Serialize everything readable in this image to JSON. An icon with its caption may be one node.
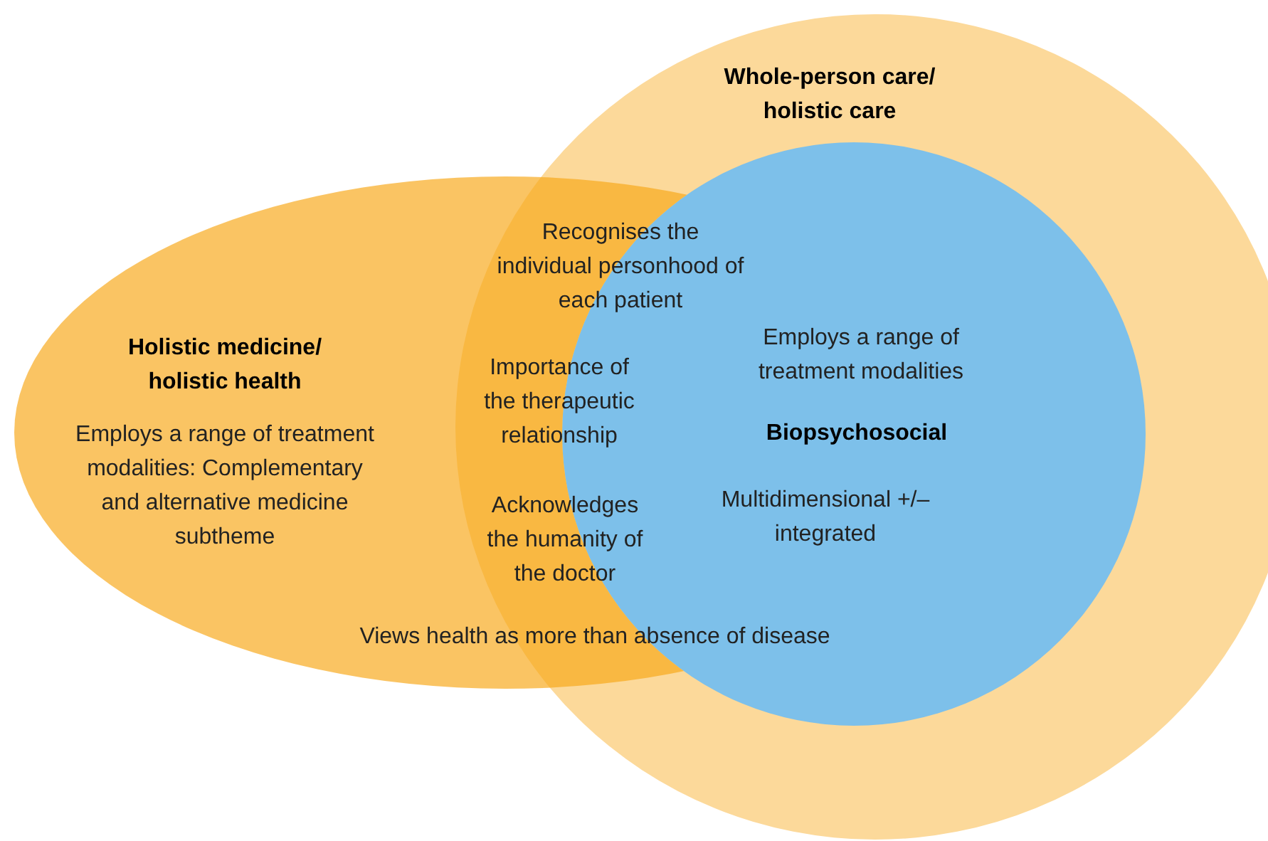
{
  "diagram": {
    "nodes": [
      {
        "text": [
          "Whole-person care/ holistic care"
        ]
      },
      {
        "text": [
          "Holistic medicine/ holistic health",
          "Employs a range of treatment modalities: Complementary and alternative medicine subtheme"
        ]
      },
      {
        "text": [
          "Employs a range of treatment modalities",
          "Biopsychosocial",
          "Multidimensional +/– integrated"
        ],
        "in": 0
      }
    ],
    "labels": [
      "Recognises the individual personhood of each patient",
      "Importance of the therapeutic relationship",
      "Acknowledges the humanity of the doctor",
      "Views health as more than absence of disease"
    ]
  }
}
